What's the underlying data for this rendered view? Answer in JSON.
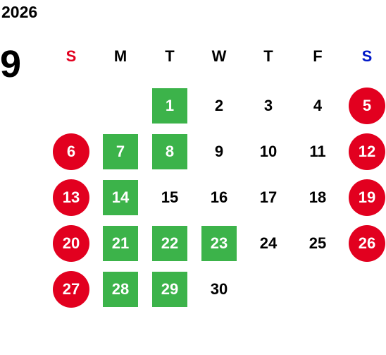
{
  "year": "2026",
  "month": "9",
  "colors": {
    "sun": "#e2001f",
    "sat": "#0018c8",
    "holiday": "#e2001f",
    "green": "#3cb34a"
  },
  "weekdays": [
    {
      "label": "S",
      "color": "#e2001f"
    },
    {
      "label": "M",
      "color": "#000000"
    },
    {
      "label": "T",
      "color": "#000000"
    },
    {
      "label": "W",
      "color": "#000000"
    },
    {
      "label": "T",
      "color": "#000000"
    },
    {
      "label": "F",
      "color": "#000000"
    },
    {
      "label": "S",
      "color": "#0018c8"
    }
  ],
  "days": [
    {
      "day": "1",
      "style": "green"
    },
    {
      "day": "2",
      "style": "plain"
    },
    {
      "day": "3",
      "style": "plain"
    },
    {
      "day": "4",
      "style": "plain"
    },
    {
      "day": "5",
      "style": "holiday"
    },
    {
      "day": "6",
      "style": "holiday"
    },
    {
      "day": "7",
      "style": "green"
    },
    {
      "day": "8",
      "style": "green"
    },
    {
      "day": "9",
      "style": "plain"
    },
    {
      "day": "10",
      "style": "plain"
    },
    {
      "day": "11",
      "style": "plain"
    },
    {
      "day": "12",
      "style": "holiday"
    },
    {
      "day": "13",
      "style": "holiday"
    },
    {
      "day": "14",
      "style": "green"
    },
    {
      "day": "15",
      "style": "plain"
    },
    {
      "day": "16",
      "style": "plain"
    },
    {
      "day": "17",
      "style": "plain"
    },
    {
      "day": "18",
      "style": "plain"
    },
    {
      "day": "19",
      "style": "holiday"
    },
    {
      "day": "20",
      "style": "holiday"
    },
    {
      "day": "21",
      "style": "green"
    },
    {
      "day": "22",
      "style": "green"
    },
    {
      "day": "23",
      "style": "green"
    },
    {
      "day": "24",
      "style": "plain"
    },
    {
      "day": "25",
      "style": "plain"
    },
    {
      "day": "26",
      "style": "holiday"
    },
    {
      "day": "27",
      "style": "holiday"
    },
    {
      "day": "28",
      "style": "green"
    },
    {
      "day": "29",
      "style": "green"
    },
    {
      "day": "30",
      "style": "plain"
    }
  ]
}
